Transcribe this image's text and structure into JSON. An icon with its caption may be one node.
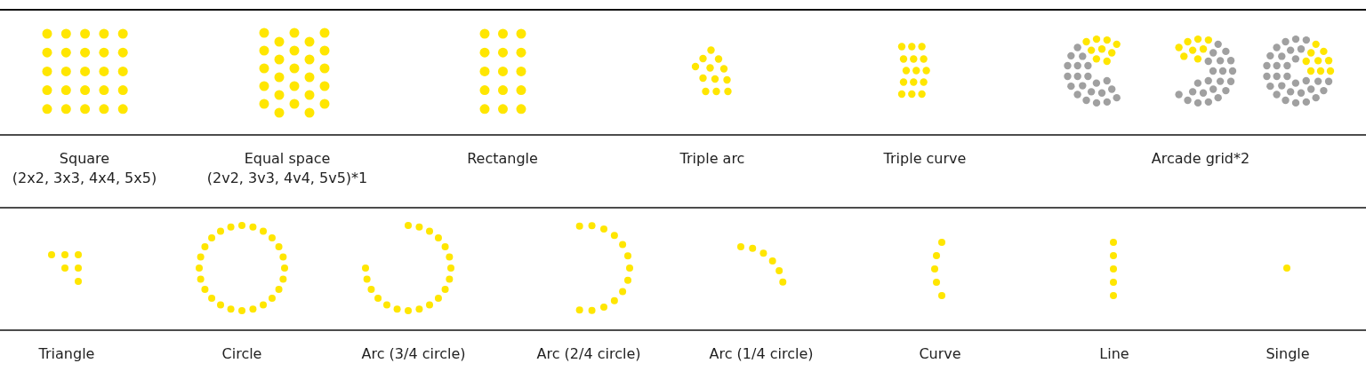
{
  "diagram": {
    "labels": [
      "Square",
      "(2x2, 3x3, 4x4, 5x5)",
      "Equal space",
      "(2v2, 3v3, 4v4, 5v5)*1",
      "Rectangle",
      "Triple arc",
      "Triple curve",
      "Arcade grid*2",
      "Triangle",
      "Circle",
      "Arc (3/4 circle)",
      "Arc (2/4 circle)",
      "Arc (1/4 circle)",
      "Curve",
      "Line",
      "Single"
    ]
  }
}
